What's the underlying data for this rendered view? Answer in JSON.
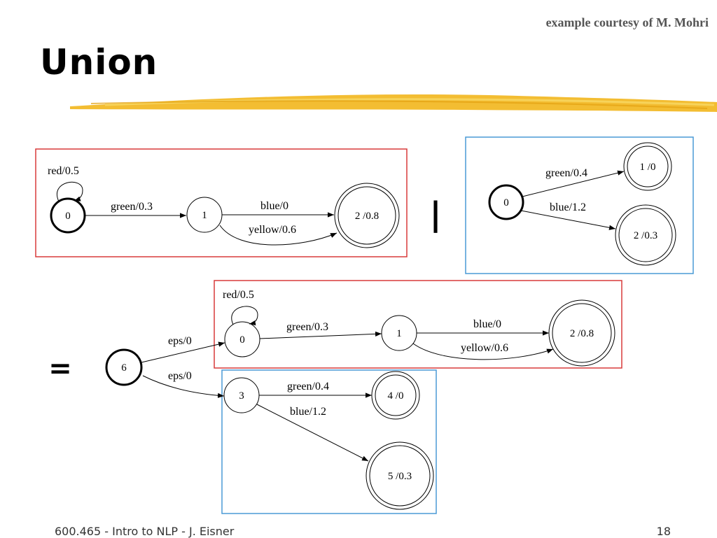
{
  "slide": {
    "title": "Union",
    "courtesy": "example courtesy of M. Mohri",
    "footer": "600.465 - Intro to NLP - J. Eisner",
    "page_number": "18",
    "union_operator": "|",
    "equals_operator": "="
  },
  "colors": {
    "red_box": "#d83a3a",
    "blue_box": "#4a9ad6",
    "highlight": "#f2b61c"
  },
  "fsa_a": {
    "states": [
      {
        "id": "0",
        "label": "0",
        "initial": true,
        "final": false
      },
      {
        "id": "1",
        "label": "1",
        "initial": false,
        "final": false
      },
      {
        "id": "2",
        "label": "2 /0.8",
        "initial": false,
        "final": true
      }
    ],
    "arcs": [
      {
        "from": "0",
        "to": "0",
        "label": "red/0.5"
      },
      {
        "from": "0",
        "to": "1",
        "label": "green/0.3"
      },
      {
        "from": "1",
        "to": "2",
        "label": "blue/0"
      },
      {
        "from": "1",
        "to": "2",
        "label": "yellow/0.6"
      }
    ]
  },
  "fsa_b": {
    "states": [
      {
        "id": "0",
        "label": "0",
        "initial": true,
        "final": false
      },
      {
        "id": "1",
        "label": "1 /0",
        "initial": false,
        "final": true
      },
      {
        "id": "2",
        "label": "2 /0.3",
        "initial": false,
        "final": true
      }
    ],
    "arcs": [
      {
        "from": "0",
        "to": "1",
        "label": "green/0.4"
      },
      {
        "from": "0",
        "to": "2",
        "label": "blue/1.2"
      }
    ]
  },
  "fsa_union": {
    "states": [
      {
        "id": "6",
        "label": "6",
        "initial": true,
        "final": false
      },
      {
        "id": "0",
        "label": "0",
        "initial": false,
        "final": false
      },
      {
        "id": "1",
        "label": "1",
        "initial": false,
        "final": false
      },
      {
        "id": "2",
        "label": "2 /0.8",
        "initial": false,
        "final": true
      },
      {
        "id": "3",
        "label": "3",
        "initial": false,
        "final": false
      },
      {
        "id": "4",
        "label": "4 /0",
        "initial": false,
        "final": true
      },
      {
        "id": "5",
        "label": "5 /0.3",
        "initial": false,
        "final": true
      }
    ],
    "arcs": [
      {
        "from": "6",
        "to": "0",
        "label": "eps/0"
      },
      {
        "from": "6",
        "to": "3",
        "label": "eps/0"
      },
      {
        "from": "0",
        "to": "0",
        "label": "red/0.5"
      },
      {
        "from": "0",
        "to": "1",
        "label": "green/0.3"
      },
      {
        "from": "1",
        "to": "2",
        "label": "blue/0"
      },
      {
        "from": "1",
        "to": "2",
        "label": "yellow/0.6"
      },
      {
        "from": "3",
        "to": "4",
        "label": "green/0.4"
      },
      {
        "from": "3",
        "to": "5",
        "label": "blue/1.2"
      }
    ]
  }
}
